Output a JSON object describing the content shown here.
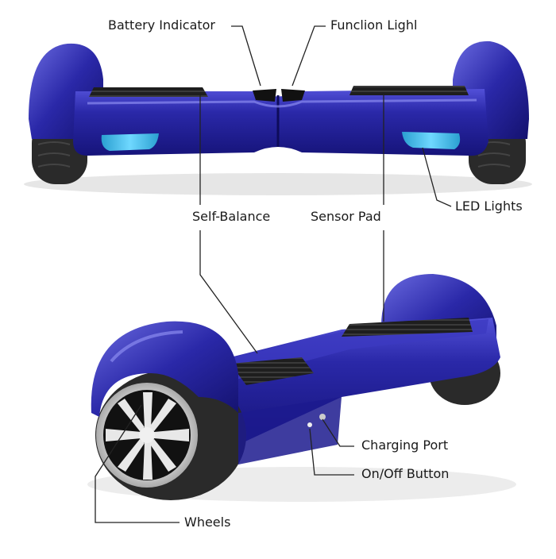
{
  "labels": {
    "battery_indicator": "Battery Indicator",
    "function_light": "Funclion Lighl",
    "self_balance": "Self-Balance",
    "sensor_pad": "Sensor  Pad",
    "led_lights": "LED Lights",
    "charging_port": "Charging Port",
    "on_off_button": "On/Off  Button",
    "wheels": "Wheels"
  },
  "colors": {
    "body_blue": "#2a28a8",
    "body_dark": "#16147a",
    "body_highlight": "#6a6ae0",
    "tire": "#2a2a2a",
    "pad": "#1e1e1e",
    "led": "#3fb8e8",
    "rim": "#d8d8d8",
    "leader_line": "#222222"
  }
}
